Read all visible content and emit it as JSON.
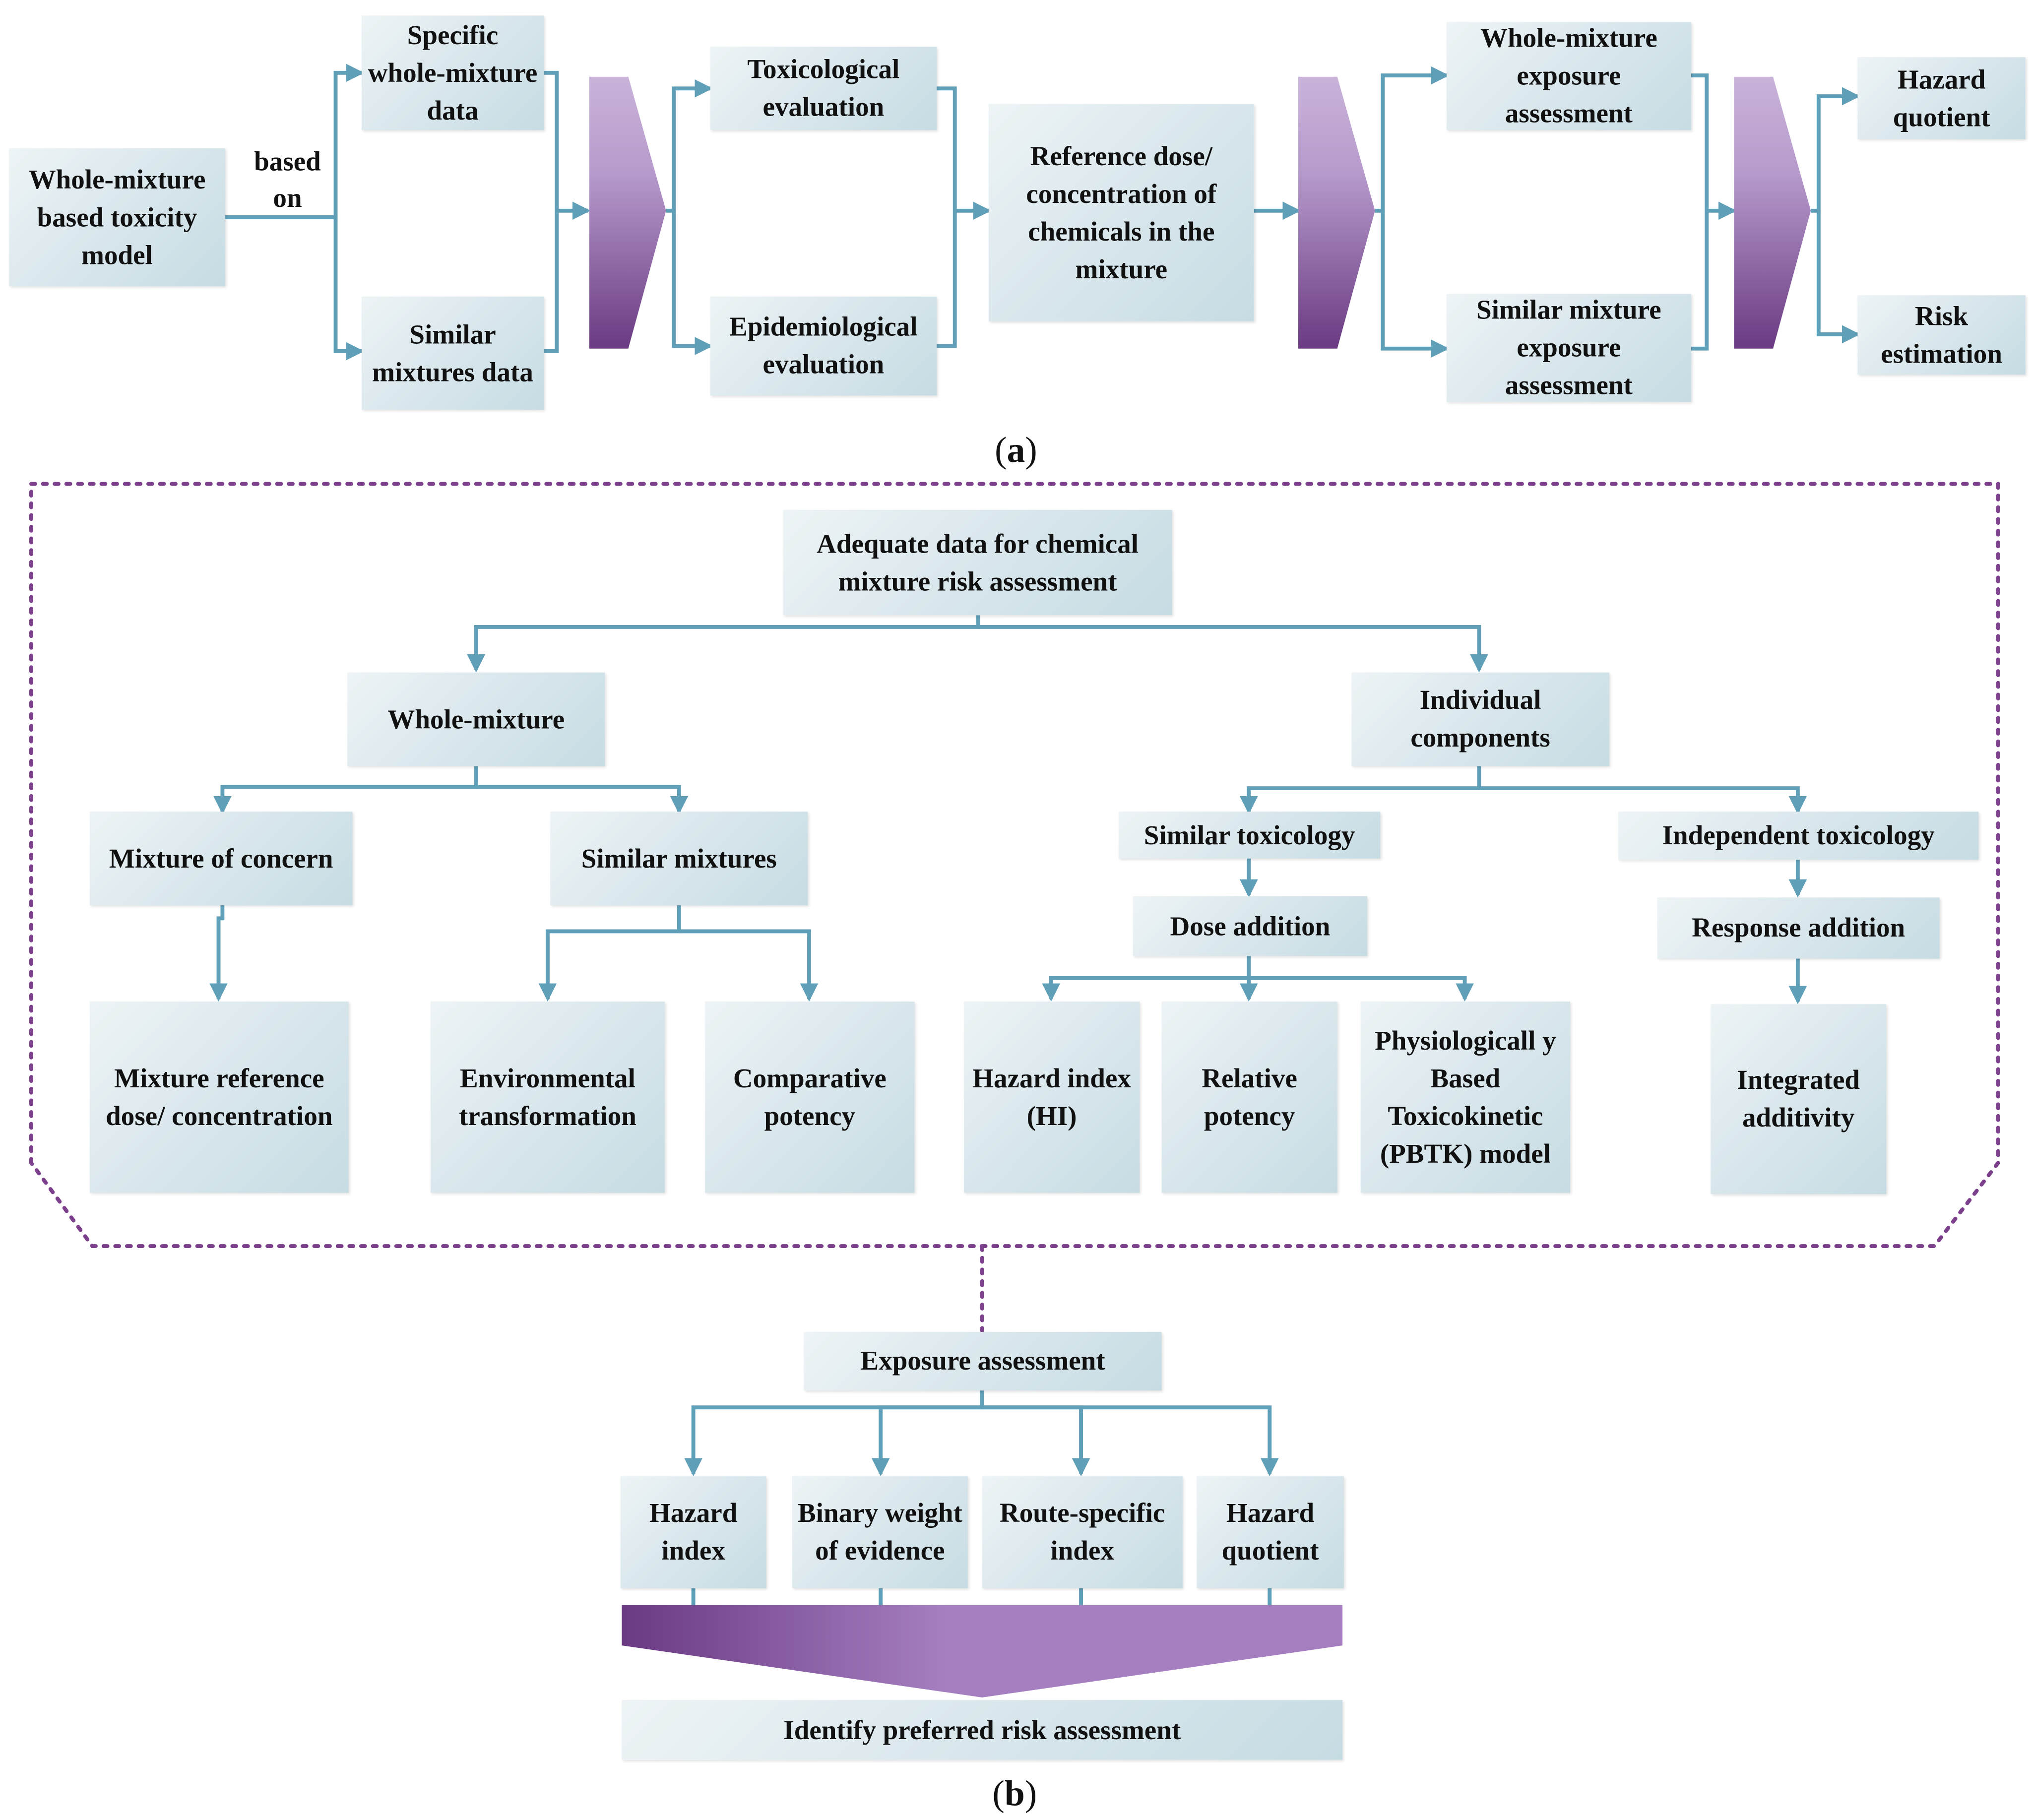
{
  "panel_a": {
    "label_open": "(",
    "label_letter": "a",
    "label_close": ")",
    "model": "Whole-mixture based toxicity model",
    "based_on": "based on",
    "specific_data": "Specific whole-mixture data",
    "similar_data": "Similar mixtures data",
    "toxicological": "Toxicological evaluation",
    "epidemiological": "Epidemiological evaluation",
    "reference_dose": "Reference dose/ concentration of chemicals in the mixture",
    "whole_exposure": "Whole-mixture exposure assessment",
    "similar_exposure": "Similar mixture exposure assessment",
    "hazard_quotient": "Hazard quotient",
    "risk_estimation": "Risk estimation"
  },
  "panel_b": {
    "label_open": "(",
    "label_letter": "b",
    "label_close": ")",
    "adequate_data": "Adequate data for chemical mixture risk assessment",
    "whole_mixture": "Whole-mixture",
    "individual_components": "Individual components",
    "mixture_of_concern": "Mixture of concern",
    "similar_mixtures": "Similar mixtures",
    "mixture_reference": "Mixture reference dose/ concentration",
    "environmental": "Environmental transformation",
    "comparative": "Comparative potency",
    "similar_toxicology": "Similar toxicology",
    "independent_toxicology": "Independent toxicology",
    "dose_addition": "Dose addition",
    "response_addition": "Response addition",
    "hazard_index_hi": "Hazard index (HI)",
    "relative_potency": "Relative potency",
    "pbtk": "Physiologicall y Based Toxicokinetic (PBTK) model",
    "integrated": "Integrated additivity",
    "exposure_assessment": "Exposure assessment",
    "hazard_index": "Hazard index",
    "binary_weight": "Binary weight of evidence",
    "route_specific": "Route-specific index",
    "hazard_quotient": "Hazard quotient",
    "identify": "Identify preferred risk assessment"
  },
  "colors": {
    "connector": "#5f9fb8",
    "dotted_border": "#7b3f8c",
    "chevron_light": "#c9b3d9",
    "chevron_dark": "#6a3a82",
    "box_fill": "#dbe8ed"
  }
}
